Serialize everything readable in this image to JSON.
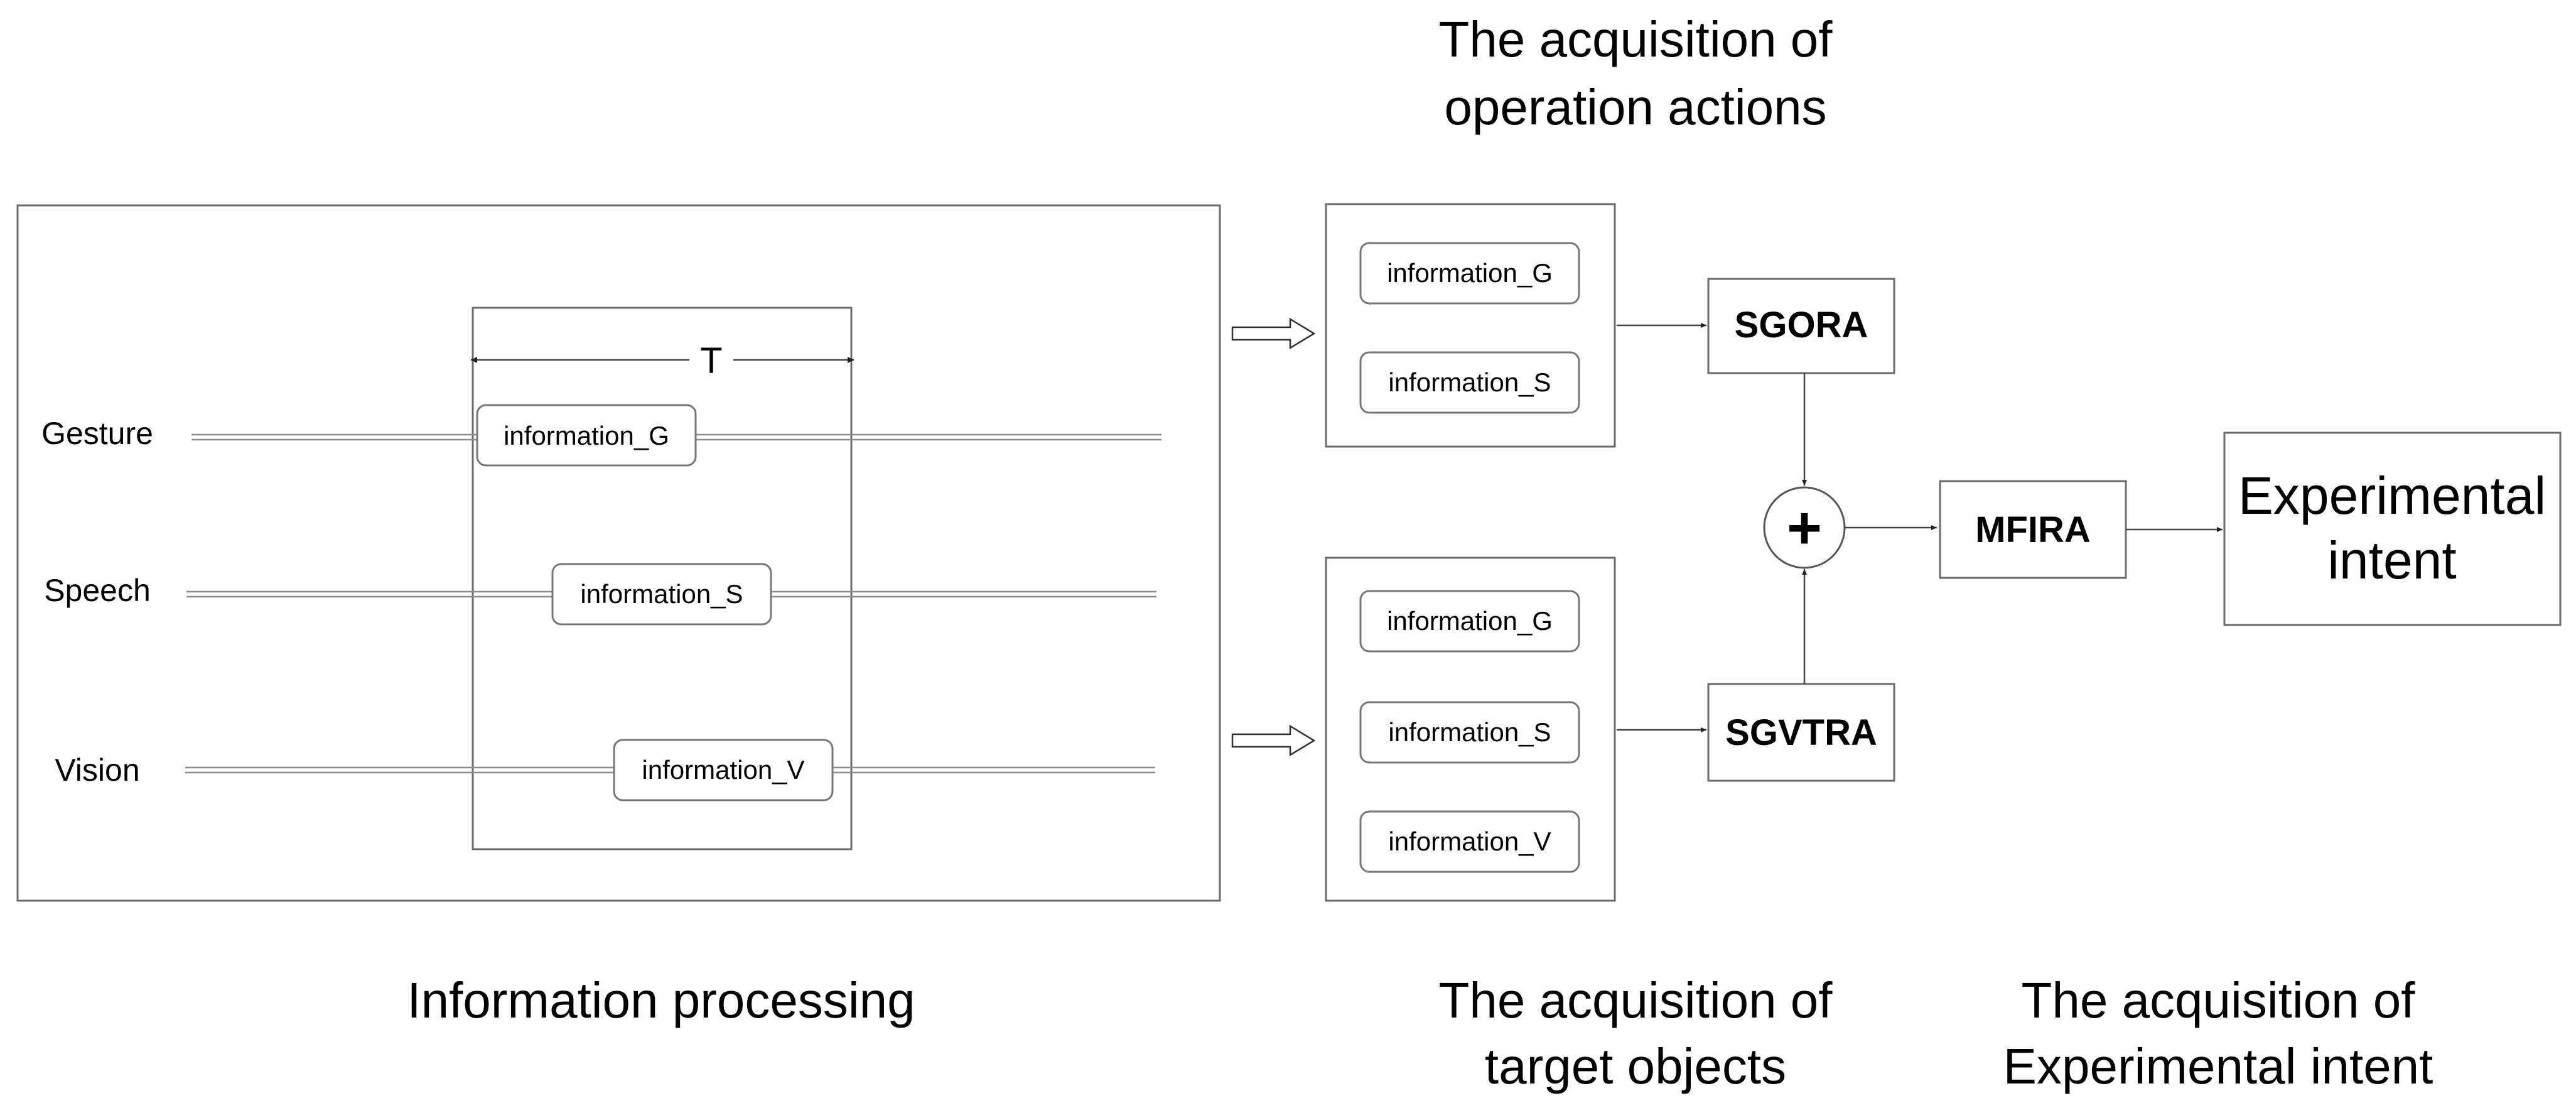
{
  "captions": {
    "operation_actions": [
      "The acquisition of",
      "operation actions"
    ],
    "info_processing": "Information processing",
    "target_objects": [
      "The acquisition of",
      "target objects"
    ],
    "experimental_intent": [
      "The acquisition of",
      "Experimental intent"
    ]
  },
  "tracks": {
    "gesture": "Gesture",
    "speech": "Speech",
    "vision": "Vision"
  },
  "window_label": "T",
  "info": {
    "g": "information_G",
    "s": "information_S",
    "v": "information_V"
  },
  "blocks": {
    "sgora": "SGORA",
    "sgvtra": "SGVTRA",
    "mfira": "MFIRA",
    "plus": "+",
    "output": [
      "Experimental",
      "intent"
    ]
  }
}
